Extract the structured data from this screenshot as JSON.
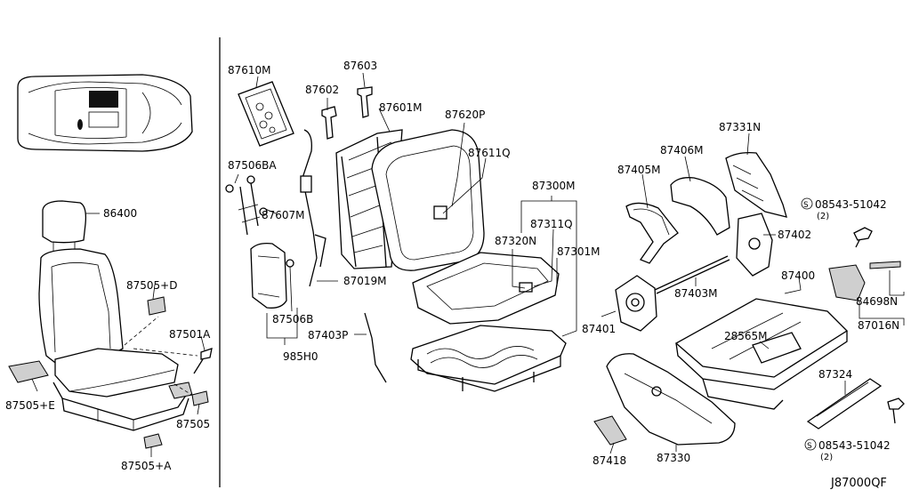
{
  "diagram_id": "J87000QF",
  "labels": {
    "l86400": "86400",
    "l87505D": "87505+D",
    "l87501A": "87501A",
    "l87505E": "87505+E",
    "l87505": "87505",
    "l87505A": "87505+A",
    "l87610M": "87610M",
    "l87603": "87603",
    "l87602": "87602",
    "l87601M": "87601M",
    "l87620P": "87620P",
    "l87611Q": "87611Q",
    "l87506BA": "87506BA",
    "l87607M": "87607M",
    "l87019M": "87019M",
    "l87506B": "87506B",
    "l985H0": "985H0",
    "l87403P": "87403P",
    "l87300M": "87300M",
    "l87311Q": "87311Q",
    "l87320N": "87320N",
    "l87301M": "87301M",
    "l87331N": "87331N",
    "l87406M": "87406M",
    "l87405M": "87405M",
    "l87402": "87402",
    "l87403M": "87403M",
    "l87401": "87401",
    "l87400": "87400",
    "l28565M": "28565M",
    "l87418": "87418",
    "l87330": "87330",
    "l87324": "87324",
    "l84698N": "84698N",
    "l87016N": "87016N",
    "screw_top": "08543-51042",
    "screw_top_qty": "(2)",
    "screw_bot": "08543-51042",
    "screw_bot_qty": "(2)",
    "screw_symbol": "S"
  }
}
